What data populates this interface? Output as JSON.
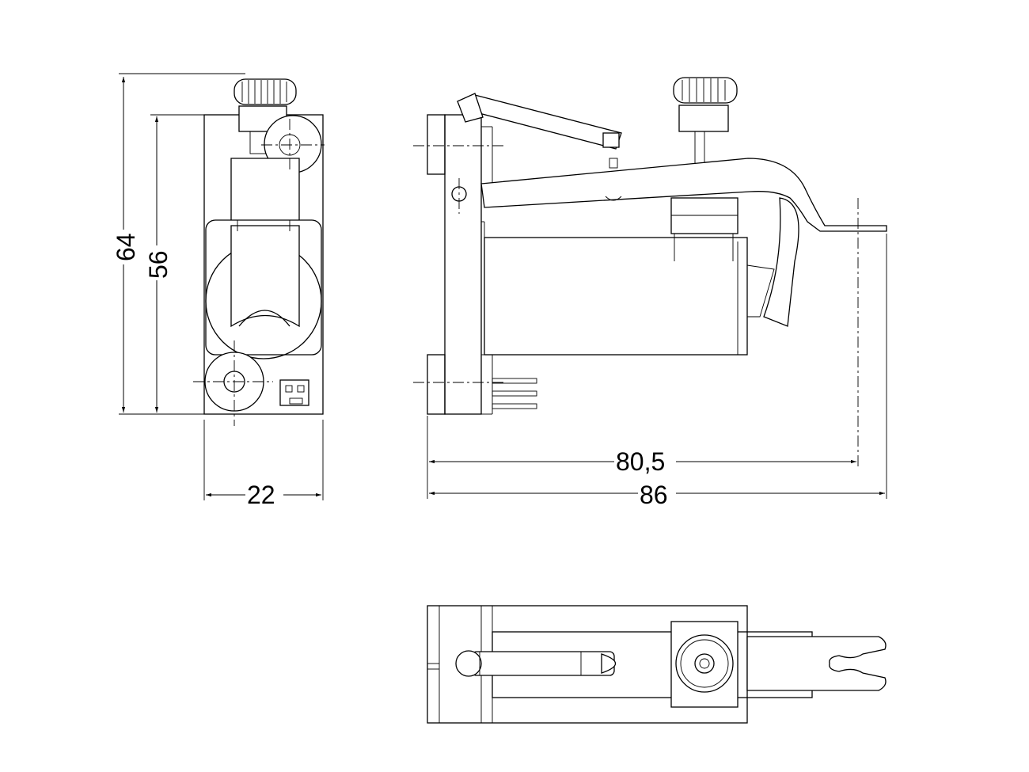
{
  "dimensions": {
    "height_total": "64",
    "height_body": "56",
    "width_front": "22",
    "length_pivot": "80,5",
    "length_total": "86"
  },
  "colors": {
    "line": "#000000",
    "background": "#ffffff"
  }
}
